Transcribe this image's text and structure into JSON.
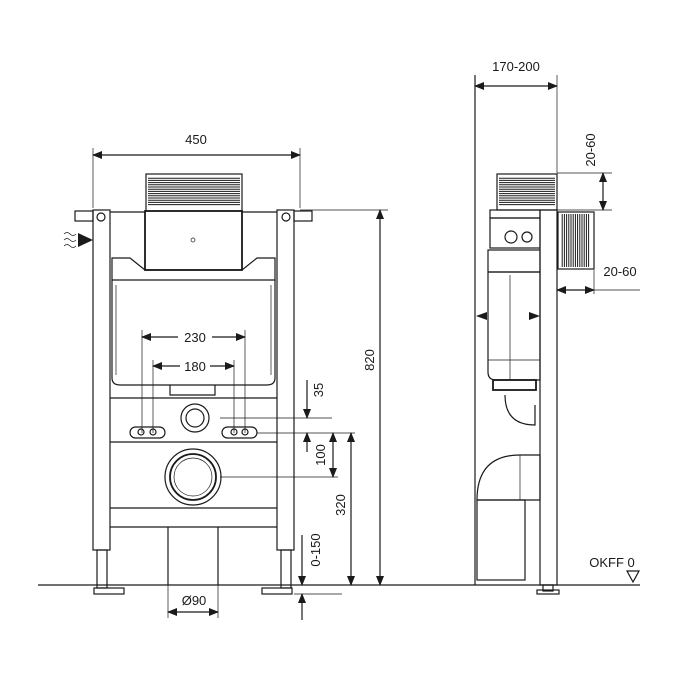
{
  "front_view": {
    "width_label": "450",
    "flush_spacing_outer": "230",
    "flush_spacing_inner": "180",
    "supply_offset": "35",
    "drain_offset": "100",
    "drain_height": "320",
    "total_height": "820",
    "leg_adjust": "0-150",
    "drain_diameter": "Ø90"
  },
  "side_view": {
    "depth_label": "170-200",
    "top_adjust": "20-60",
    "front_adjust": "20-60",
    "floor_label": "OKFF 0"
  },
  "colors": {
    "line": "#1a1a1a",
    "background": "#ffffff"
  }
}
